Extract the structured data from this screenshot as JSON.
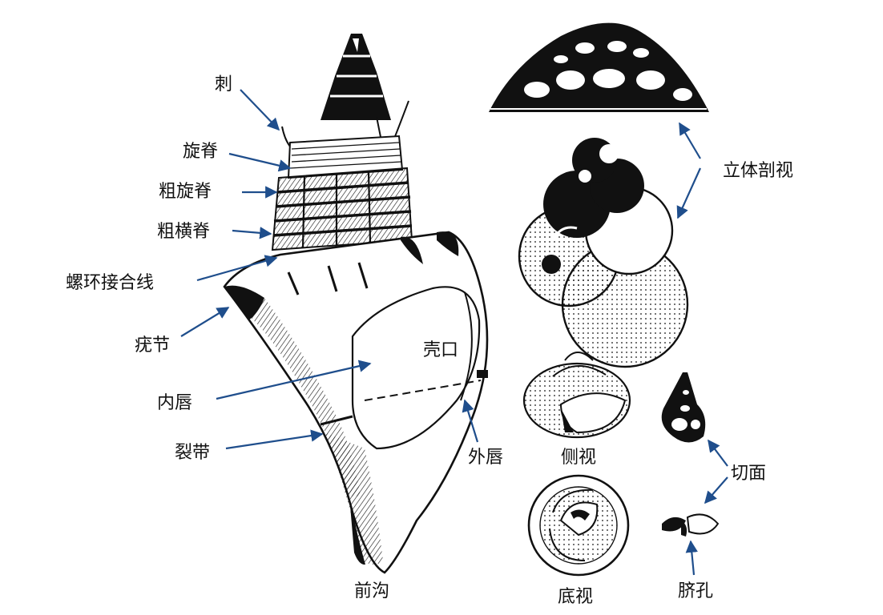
{
  "colors": {
    "arrow": "#1f4e8c",
    "ink": "#111111",
    "paper": "#ffffff"
  },
  "labels": {
    "spine": "刺",
    "spiral_ridge": "旋脊",
    "coarse_spiral_ridge": "粗旋脊",
    "coarse_transverse_ridge": "粗横脊",
    "suture_line": "螺环接合线",
    "tubercle": "疣节",
    "inner_lip": "内唇",
    "split_band": "裂带",
    "aperture": "壳口",
    "outer_lip": "外唇",
    "anterior_canal": "前沟",
    "cutaway_view": "立体剖视",
    "side_view": "侧视",
    "section": "切面",
    "bottom_view": "底视",
    "umbilicus": "脐孔"
  }
}
